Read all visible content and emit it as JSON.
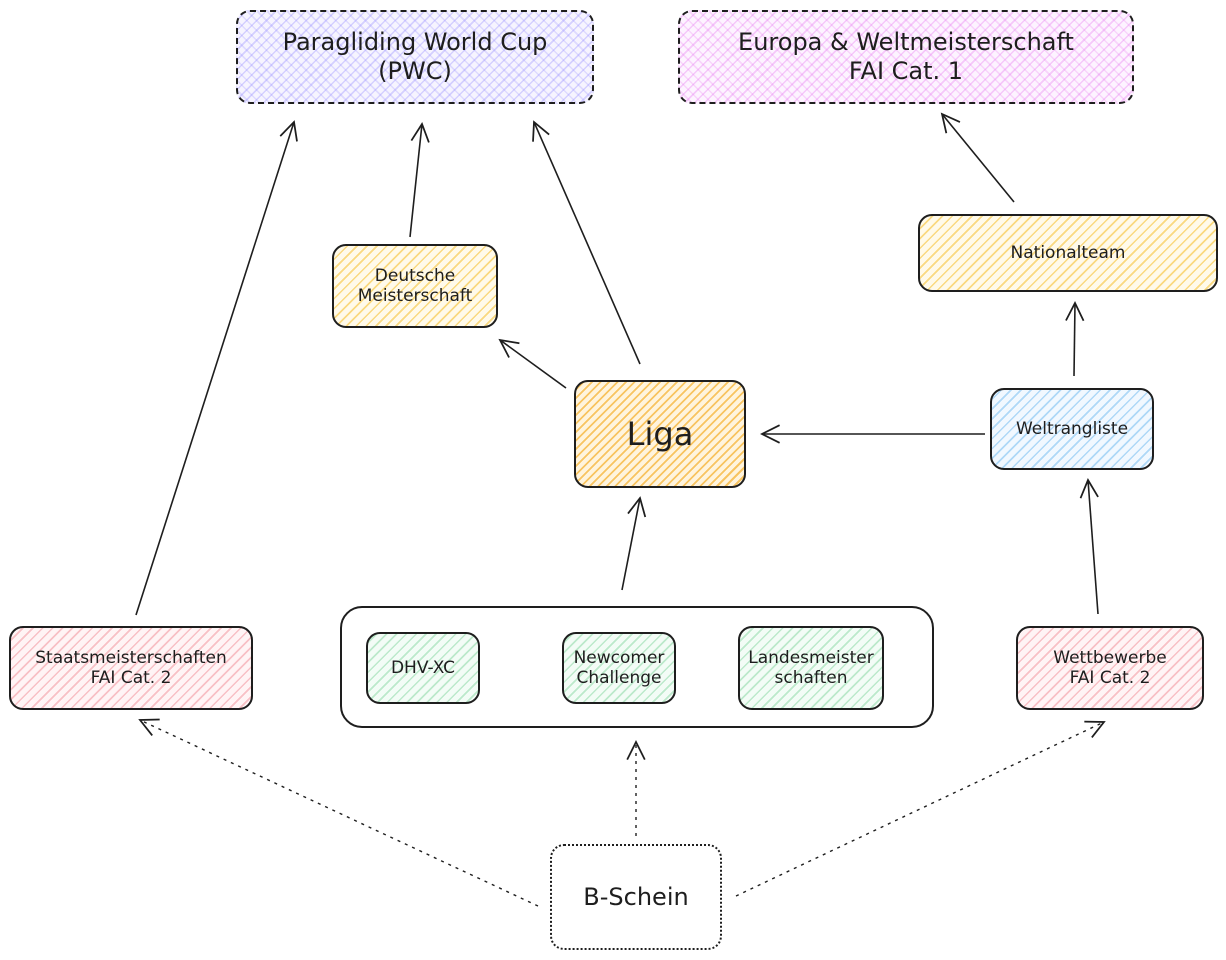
{
  "nodes": {
    "pwc": "Paragliding World Cup\n(PWC)",
    "europa": "Europa & Weltmeisterschaft\nFAI Cat. 1",
    "deutsche": "Deutsche\nMeisterschaft",
    "nationalteam": "Nationalteam",
    "liga": "Liga",
    "weltrangliste": "Weltrangliste",
    "staats": "Staatsmeisterschaften\nFAI Cat. 2",
    "dhvxc": "DHV-XC",
    "newcomer": "Newcomer\nChallenge",
    "landes": "Landesmeister\nschaften",
    "wettbewerbe": "Wettbewerbe\nFAI Cat. 2",
    "bschein": "B-Schein"
  },
  "colors": {
    "stroke": "#1e1e1e",
    "purple": "#968cff",
    "pink": "#e678f0",
    "yellow": "#f5be28",
    "orange": "#f5aa1e",
    "blue": "#78bef0",
    "red": "#f08c96",
    "green": "#78d296"
  }
}
